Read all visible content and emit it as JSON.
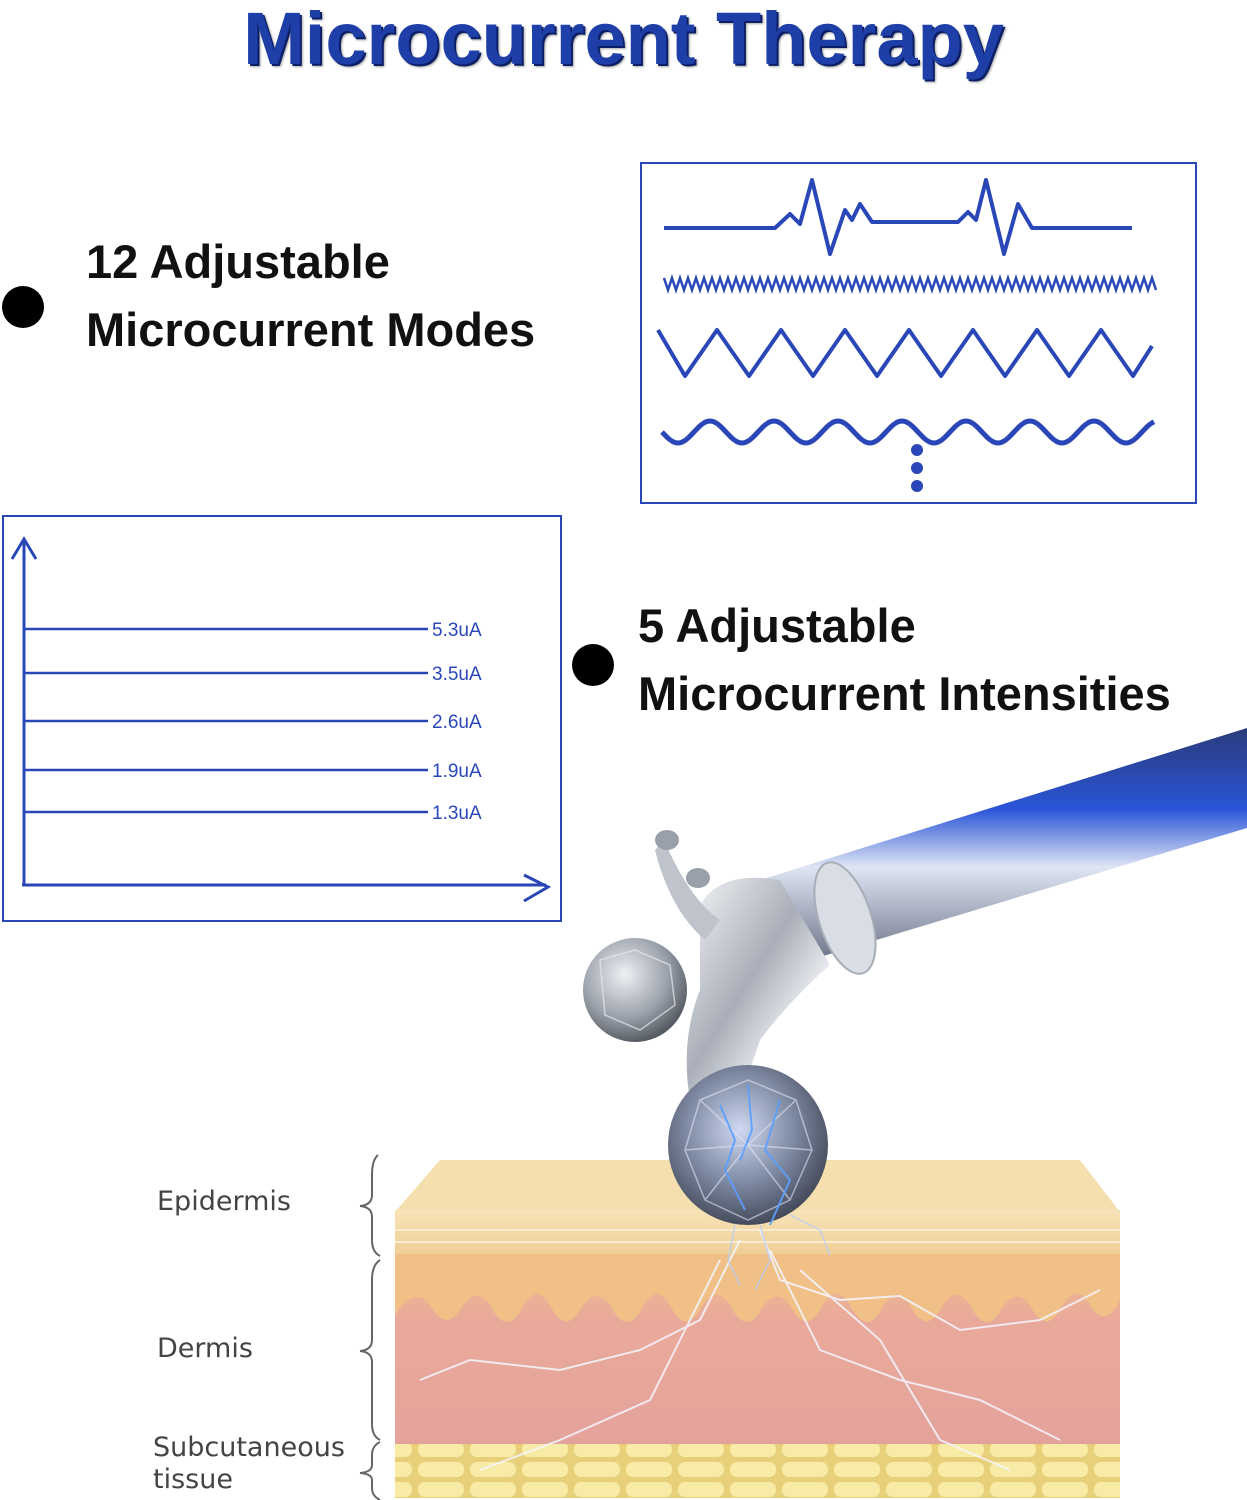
{
  "title": "Microcurrent Therapy",
  "features": {
    "modes": {
      "line1": "12 Adjustable",
      "line2": "Microcurrent Modes"
    },
    "intensities": {
      "line1": "5 Adjustable",
      "line2": "Microcurrent Intensities"
    }
  },
  "chart_data": {
    "type": "line",
    "title": "",
    "xlabel": "",
    "ylabel": "",
    "series": [
      {
        "name": "5.3uA",
        "level": 5.3
      },
      {
        "name": "3.5uA",
        "level": 3.5
      },
      {
        "name": "2.6uA",
        "level": 2.6
      },
      {
        "name": "1.9uA",
        "level": 1.9
      },
      {
        "name": "1.3uA",
        "level": 1.3
      }
    ],
    "grid": false
  },
  "skin_layers": {
    "epidermis": "Epidermis",
    "dermis": "Dermis",
    "subcutaneous_line1": "Subcutaneous",
    "subcutaneous_line2": "tissue"
  },
  "colors": {
    "accent_blue": "#2a47b8",
    "title_blue": "#1f3fa8",
    "epidermis": "#f3d9a6",
    "dermis": "#e8a9a0",
    "fat": "#f4e39a"
  },
  "icons": [
    "roller-device-icon",
    "bullet-dot-icon",
    "waveform-icon"
  ]
}
